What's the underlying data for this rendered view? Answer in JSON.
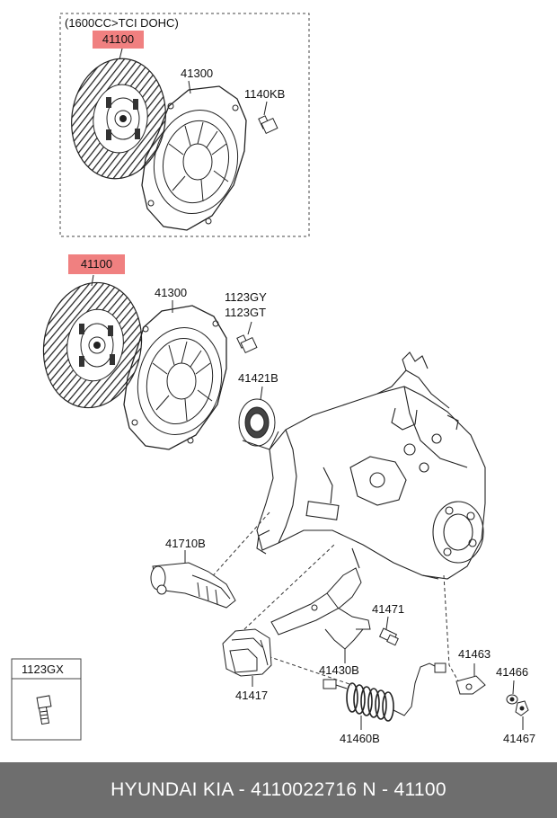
{
  "variant_box": {
    "title": "(1600CC>TCI DOHC)"
  },
  "labels": {
    "disc_top": "41100",
    "cover_top": "41300",
    "bolt_top": "1140KB",
    "disc_main": "41100",
    "cover_main": "41300",
    "bolt_main_1": "1123GY",
    "bolt_main_2": "1123GT",
    "bearing": "41421B",
    "cylinder": "41710B",
    "fork": "41430B",
    "pivot": "41471",
    "boot": "41417",
    "bracket": "41463",
    "washer": "41466",
    "nut": "41467",
    "hose": "41460B"
  },
  "inset": {
    "title": "1123GX"
  },
  "footer": {
    "text": "HYUNDAI  KIA - 4110022716     N - 41100"
  },
  "colors": {
    "highlight": "#f08080",
    "footer_bg": "#6e6e6e",
    "footer_text": "#ffffff"
  }
}
